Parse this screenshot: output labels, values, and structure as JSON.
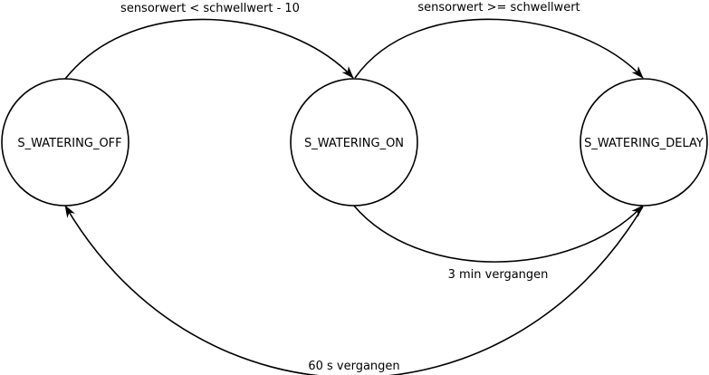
{
  "states": [
    {
      "id": "off",
      "label": "S_WATERING_OFF"
    },
    {
      "id": "on",
      "label": "S_WATERING_ON"
    },
    {
      "id": "delay",
      "label": "S_WATERING_DELAY"
    }
  ],
  "transitions": [
    {
      "from": "off",
      "to": "on",
      "label": "sensorwert < schwellwert - 10"
    },
    {
      "from": "on",
      "to": "delay",
      "label": "sensorwert >= schwellwert"
    },
    {
      "from": "on",
      "to": "delay",
      "label": "3 min vergangen"
    },
    {
      "from": "delay",
      "to": "off",
      "label": "60 s vergangen"
    }
  ],
  "colors": {
    "stroke": "#000000",
    "fill": "#ffffff",
    "text": "#000000"
  }
}
